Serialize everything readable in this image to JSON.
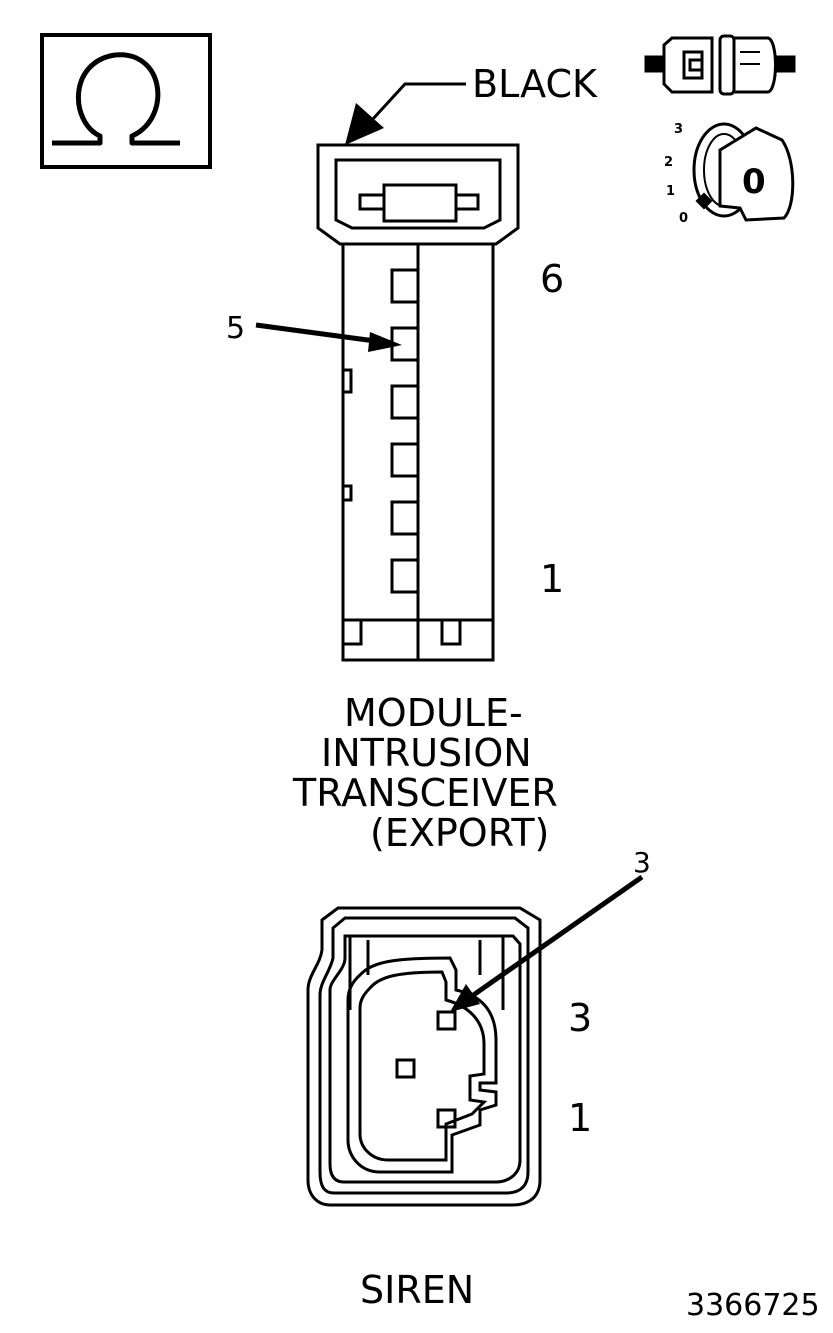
{
  "symbols": {
    "ohmmeter": "ohm-symbol-icon",
    "connector_probe": "connector-probe-icon",
    "ignition_key": "ignition-key-icon"
  },
  "ignition": {
    "positions": [
      "3",
      "2",
      "1",
      "0"
    ],
    "key_label": "0"
  },
  "transceiver": {
    "color_label": "BLACK",
    "pin_high": "6",
    "pin_low": "1",
    "callout_pin": "5",
    "title_lines": [
      "MODULE-",
      "INTRUSION",
      "TRANSCEIVER",
      "(EXPORT)"
    ]
  },
  "siren": {
    "callout_pin": "3",
    "pin_high": "3",
    "pin_low": "1",
    "title": "SIREN"
  },
  "figure_number": "3366725"
}
